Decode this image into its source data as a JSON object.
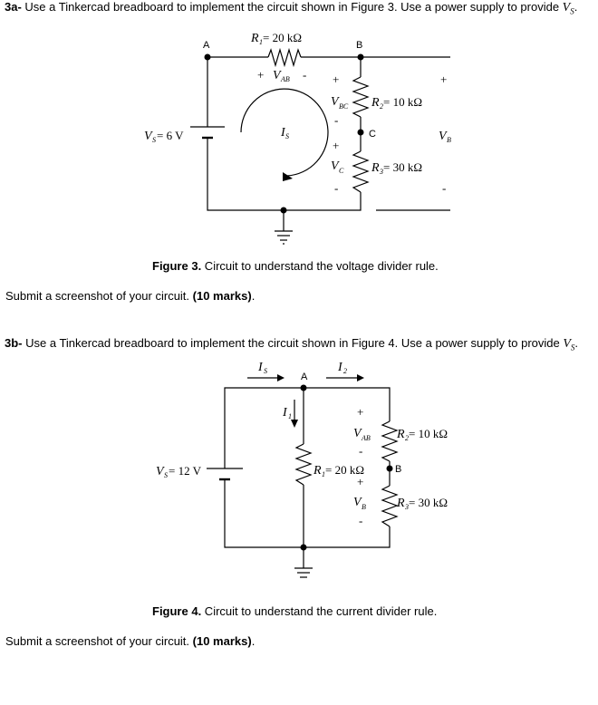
{
  "q3a": {
    "label": "3a-",
    "text": " Use a Tinkercad breadboard to implement the circuit shown in Figure 3. Use a power supply to provide ",
    "vs": "V",
    "vs_sub": "S",
    "end": ".",
    "caption_bold": "Figure 3.",
    "caption_text": " Circuit to understand the voltage divider rule.",
    "submit_text": "Submit a screenshot of your circuit. ",
    "submit_marks": "(10 marks)",
    "submit_end": "."
  },
  "fig3": {
    "node_a": "A",
    "node_b": "B",
    "node_c": "C",
    "r1": "R",
    "r1_sub": "1",
    "r1_val": " = 20 kΩ",
    "r2": "R",
    "r2_sub": "2",
    "r2_val": " = 10 kΩ",
    "r3": "R",
    "r3_sub": "3",
    "r3_val": " = 30 kΩ",
    "vab": "V",
    "vab_sub": "AB",
    "vbc": "V",
    "vbc_sub": "BC",
    "vc": "V",
    "vc_sub": "C",
    "vb": "V",
    "vb_sub": "B",
    "vs": "V",
    "vs_sub": "S",
    "vs_val": " = 6 V",
    "is": "I",
    "is_sub": "S",
    "plus": "+",
    "minus": "-"
  },
  "q3b": {
    "label": "3b-",
    "text": " Use a Tinkercad breadboard to implement the circuit shown in Figure 4. Use a power supply to provide ",
    "vs": "V",
    "vs_sub": "S",
    "end": ".",
    "caption_bold": "Figure 4.",
    "caption_text": " Circuit to understand the current divider rule.",
    "submit_text": "Submit a screenshot of your circuit. ",
    "submit_marks": "(10 marks)",
    "submit_end": "."
  },
  "fig4": {
    "node_a": "A",
    "node_b": "B",
    "is": "I",
    "is_sub": "S",
    "i1": "I",
    "i1_sub": "1",
    "i2": "I",
    "i2_sub": "2",
    "r1": "R",
    "r1_sub": "1",
    "r1_val": " = 20 kΩ",
    "r2": "R",
    "r2_sub": "2",
    "r2_val": " = 10 kΩ",
    "r3": "R",
    "r3_sub": "3",
    "r3_val": " = 30 kΩ",
    "vab": "V",
    "vab_sub": "AB",
    "vb": "V",
    "vb_sub": "B",
    "vs": "V",
    "vs_sub": "S",
    "vs_val": " = 12 V",
    "plus": "+",
    "minus": "-"
  }
}
